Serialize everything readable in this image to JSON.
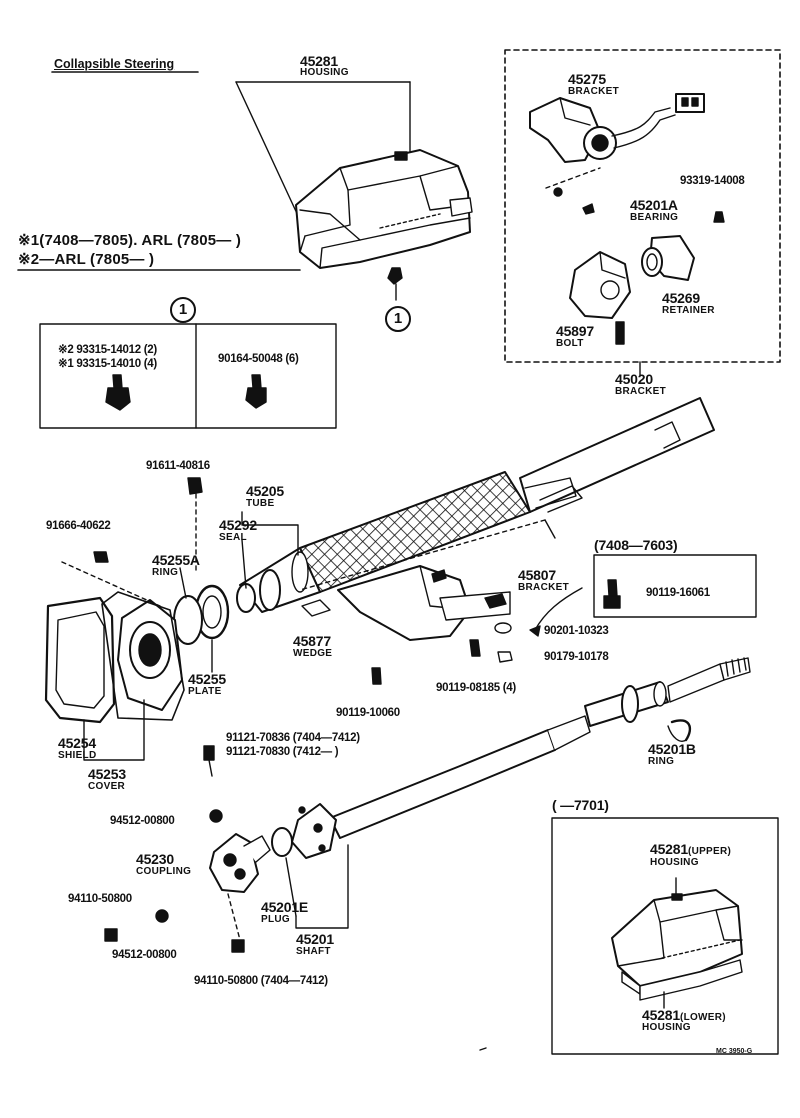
{
  "title": "Collapsible Steering",
  "figure_code": "MC 3950-G",
  "notes": [
    "※1(7408—7805). ARL (7805—        )",
    "※2—ARL (7805—          )"
  ],
  "callout_marker": "1",
  "bolt_table": {
    "header": "1",
    "left_rows": [
      "※2 93315-14012 (2)",
      "※1 93315-14010 (4)"
    ],
    "right_rows": [
      "90164-50048 (6)"
    ]
  },
  "boxes": {
    "bracket_group": "45020",
    "bracket_group_name": "BRACKET",
    "box_7408": "(7408—7603)",
    "box_7701": "(          —7701)"
  },
  "parts": {
    "p45281": {
      "no": "45281",
      "name": "HOUSING"
    },
    "p45275": {
      "no": "45275",
      "name": "BRACKET"
    },
    "p93319": {
      "no": "93319-14008"
    },
    "p45201A": {
      "no": "45201A",
      "name": "BEARING"
    },
    "p45269": {
      "no": "45269",
      "name": "RETAINER"
    },
    "p45897": {
      "no": "45897",
      "name": "BOLT"
    },
    "p91611": {
      "no": "91611-40816"
    },
    "p45205": {
      "no": "45205",
      "name": "TUBE"
    },
    "p45292": {
      "no": "45292",
      "name": "SEAL"
    },
    "p91666": {
      "no": "91666-40622"
    },
    "p45255A": {
      "no": "45255A",
      "name": "RING"
    },
    "p45807": {
      "no": "45807",
      "name": "BRACKET"
    },
    "p90119_16061": {
      "no": "90119-16061"
    },
    "p90201": {
      "no": "90201-10323"
    },
    "p90179": {
      "no": "90179-10178"
    },
    "p45877": {
      "no": "45877",
      "name": "WEDGE"
    },
    "p45255": {
      "no": "45255",
      "name": "PLATE"
    },
    "p90119_08185": {
      "no": "90119-08185 (4)"
    },
    "p90119_10060": {
      "no": "90119-10060"
    },
    "p45254": {
      "no": "45254",
      "name": "SHIELD"
    },
    "p45253": {
      "no": "45253",
      "name": "COVER"
    },
    "p91121a": {
      "no": "91121-70836 (7404—7412)"
    },
    "p91121b": {
      "no": "91121-70830 (7412—        )"
    },
    "p45201B": {
      "no": "45201B",
      "name": "RING"
    },
    "p94512a": {
      "no": "94512-00800"
    },
    "p45230": {
      "no": "45230",
      "name": "COUPLING"
    },
    "p45201E": {
      "no": "45201E",
      "name": "PLUG"
    },
    "p45201": {
      "no": "45201",
      "name": "SHAFT"
    },
    "p94110a": {
      "no": "94110-50800"
    },
    "p94512b": {
      "no": "94512-00800"
    },
    "p94110b": {
      "no": "94110-50800 (7404—7412)"
    },
    "p45281U": {
      "no": "45281",
      "suffix": "(UPPER)",
      "name": "HOUSING"
    },
    "p45281L": {
      "no": "45281",
      "suffix": "(LOWER)",
      "name": "HOUSING"
    }
  }
}
